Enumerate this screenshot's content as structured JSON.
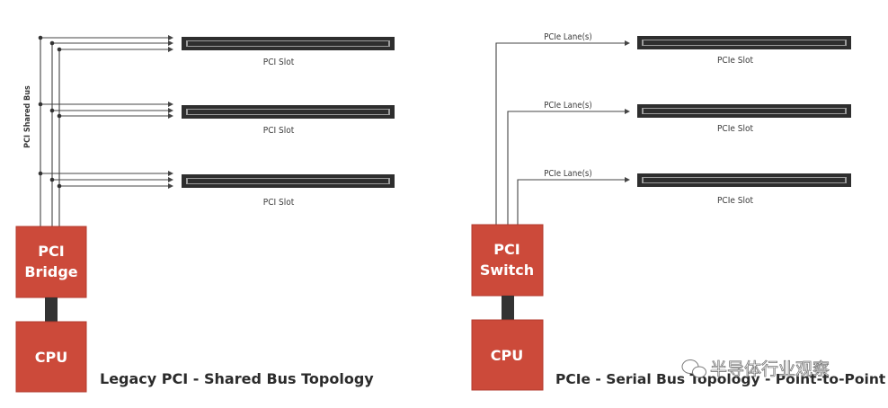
{
  "left_diagram": {
    "bus_label": "PCI Shared Bus",
    "slot_labels": [
      "PCI Slot",
      "PCI Slot",
      "PCI Slot"
    ],
    "bridge_lines": [
      "PCI",
      "Bridge"
    ],
    "cpu_label": "CPU",
    "caption": "Legacy PCI - Shared Bus Topology"
  },
  "right_diagram": {
    "lane_labels": [
      "PCIe Lane(s)",
      "PCIe Lane(s)",
      "PCIe Lane(s)"
    ],
    "slot_labels": [
      "PCIe Slot",
      "PCIe Slot",
      "PCIe Slot"
    ],
    "switch_lines": [
      "PCI",
      "Switch"
    ],
    "cpu_label": "CPU",
    "caption": "PCIe - Serial Bus Topology - Point-to-Point"
  },
  "watermark": "半导体行业观察",
  "colors": {
    "box_fill": "#cc4a3a",
    "box_stroke": "#b33a2c",
    "connector": "#333333",
    "slot_outer": "#2e2e2e",
    "slot_inner": "#9b9b9b",
    "line": "#444444"
  }
}
